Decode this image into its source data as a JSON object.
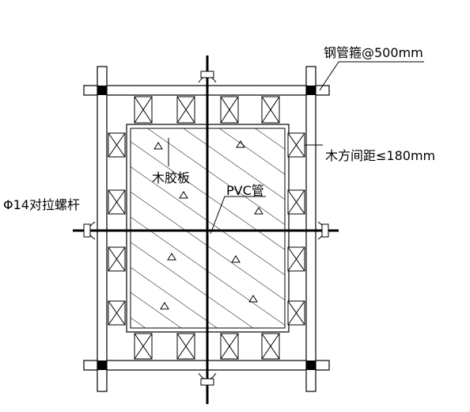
{
  "labels": {
    "steel_hoop": "钢管箍@500mm",
    "timber_spacing": "木方间距≤180mm",
    "plywood": "木胶板",
    "pvc_pipe": "PVC管",
    "tie_bolt": "Φ14对拉螺杆"
  },
  "colors": {
    "line": "#000000",
    "background": "#ffffff"
  }
}
